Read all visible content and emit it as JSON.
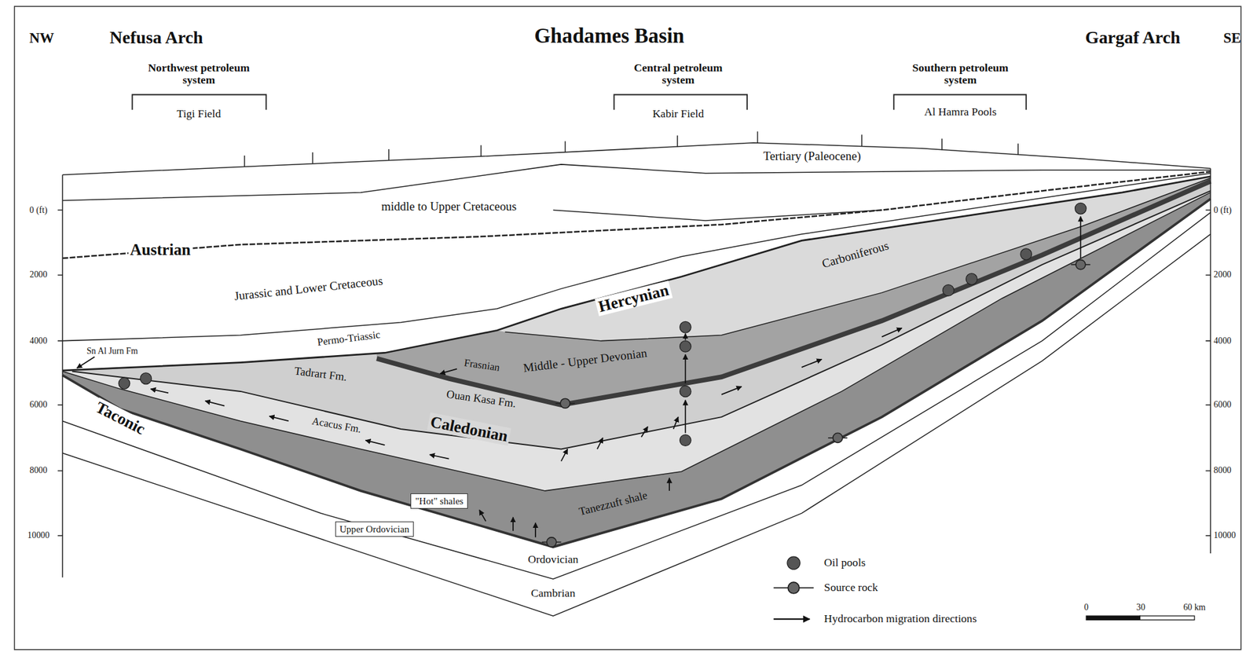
{
  "diagram": {
    "title": "Ghadames Basin",
    "nodes": [
      {
        "text": [
          "\"Hot\" shales"
        ]
      },
      {
        "text": [
          "Upper Ordovician"
        ]
      }
    ],
    "labels": [
      "NW",
      "Nefusa Arch",
      "Gargaf Arch",
      "SE",
      "Northwest petroleum system",
      "Tigi Field",
      "Central petroleum system",
      "Kabir Field",
      "Southern petroleum system",
      "Al Hamra Pools",
      "Tertiary (Paleocene)",
      "middle to Upper Cretaceous",
      "Austrian",
      "Jurassic and Lower Cretaceous",
      "Hercynian",
      "Carboniferous",
      "Permo-Triassic",
      "Sn Al Jurn Fm",
      "Frasnian",
      "Middle - Upper Devonian",
      "Tadrart Fm.",
      "Ouan Kasa Fm.",
      "Caledonian",
      "Acacus Fm.",
      "Taconic",
      "Tanezzuft shale",
      "Ordovician",
      "Cambrian",
      "0 (ft)",
      "2000",
      "4000",
      "6000",
      "8000",
      "10000",
      "0 (ft)",
      "2000",
      "4000",
      "6000",
      "8000",
      "10000",
      "0",
      "30",
      "60 km"
    ],
    "legend": [
      {
        "text": "Oil pools"
      },
      {
        "text": "Source rock"
      },
      {
        "text": "Hydrocarbon migration directions"
      }
    ]
  }
}
